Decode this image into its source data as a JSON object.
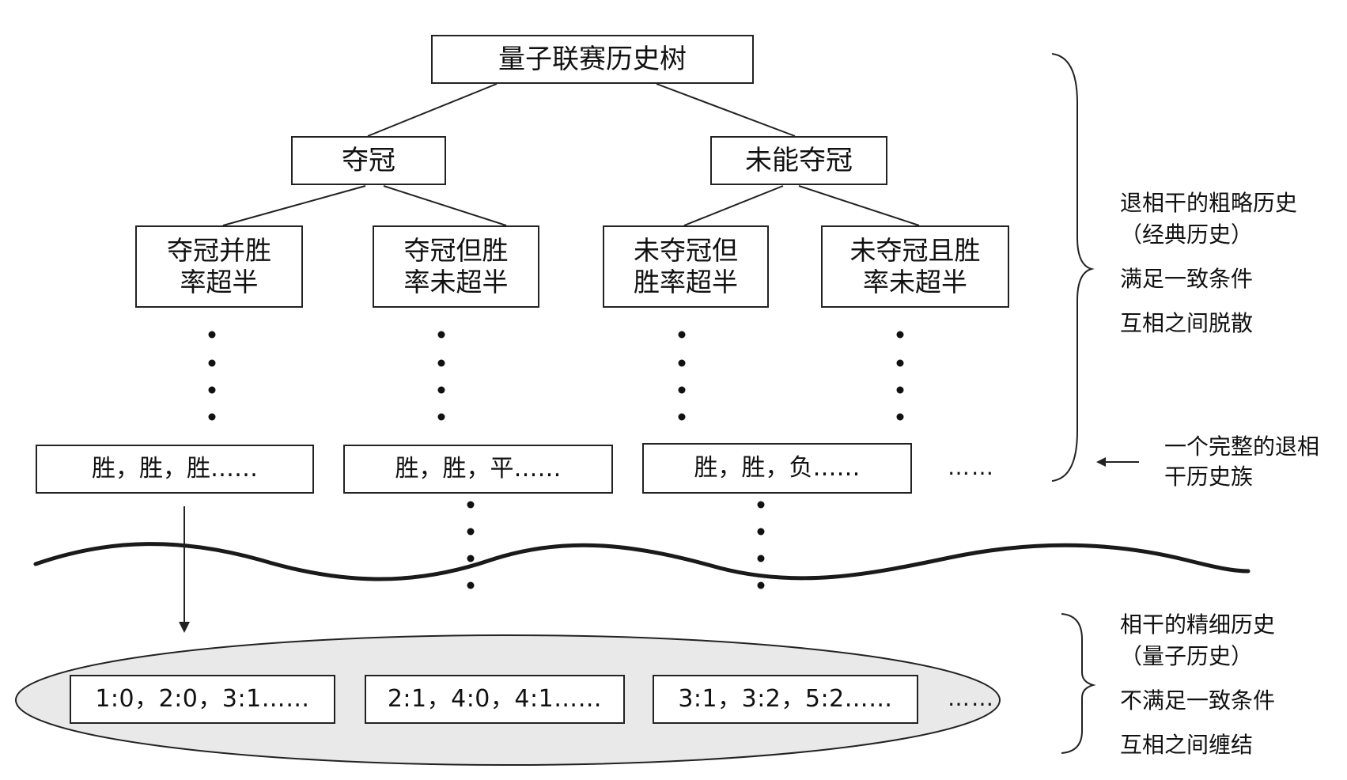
{
  "tree": {
    "root": "量子联赛历史树",
    "level1": [
      "夺冠",
      "未能夺冠"
    ],
    "level2": [
      [
        "夺冠并胜",
        "率超半"
      ],
      [
        "夺冠但胜",
        "率未超半"
      ],
      [
        "未夺冠但",
        "胜率超半"
      ],
      [
        "未夺冠且胜",
        "率未超半"
      ]
    ],
    "coarse_sequences": [
      "胜，胜，胜……",
      "胜，胜，平……",
      "胜，胜，负……"
    ],
    "coarse_more": "……",
    "fine_sequences": [
      "1:0，2:0，3:1……",
      "2:1，4:0，4:1……",
      "3:1，3:2，5:2……"
    ],
    "fine_more": "……"
  },
  "annotations": {
    "coarse": [
      "退相干的粗略历史",
      "（经典历史）",
      "满足一致条件",
      "互相之间脱散"
    ],
    "family": [
      "一个完整的退相",
      "干历史族"
    ],
    "fine": [
      "相干的精细历史",
      "（量子历史）",
      "不满足一致条件",
      "互相之间缠结"
    ]
  }
}
